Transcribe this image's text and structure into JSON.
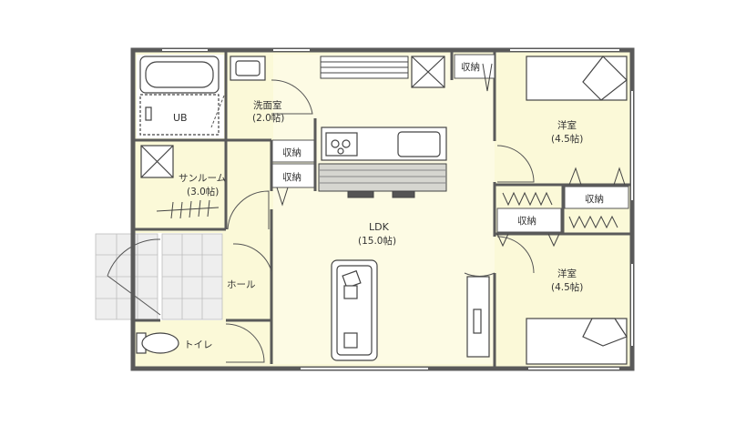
{
  "rooms": {
    "ub": {
      "name": "UB"
    },
    "washroom": {
      "name": "洗面室",
      "size": "(2.0帖)"
    },
    "storage_top": {
      "name": "収納"
    },
    "storage_wash1": {
      "name": "収納"
    },
    "storage_wash2": {
      "name": "収納"
    },
    "sunroom": {
      "name": "サンルーム",
      "size": "(3.0帖)"
    },
    "ldk": {
      "name": "LDK",
      "size": "(15.0帖)"
    },
    "western_top": {
      "name": "洋室",
      "size": "(4.5帖)"
    },
    "western_bottom": {
      "name": "洋室",
      "size": "(4.5帖)"
    },
    "storage_right": {
      "name": "収納"
    },
    "storage_mid": {
      "name": "収納"
    },
    "hall": {
      "name": "ホール"
    },
    "toilet": {
      "name": "トイレ"
    }
  },
  "colors": {
    "wall": "#5a5a5a",
    "floor_cream": "#fcfbdc",
    "floor_wet": "#ffffff",
    "entrance_tile": "#e8e8e8",
    "furniture_line": "#333333"
  }
}
